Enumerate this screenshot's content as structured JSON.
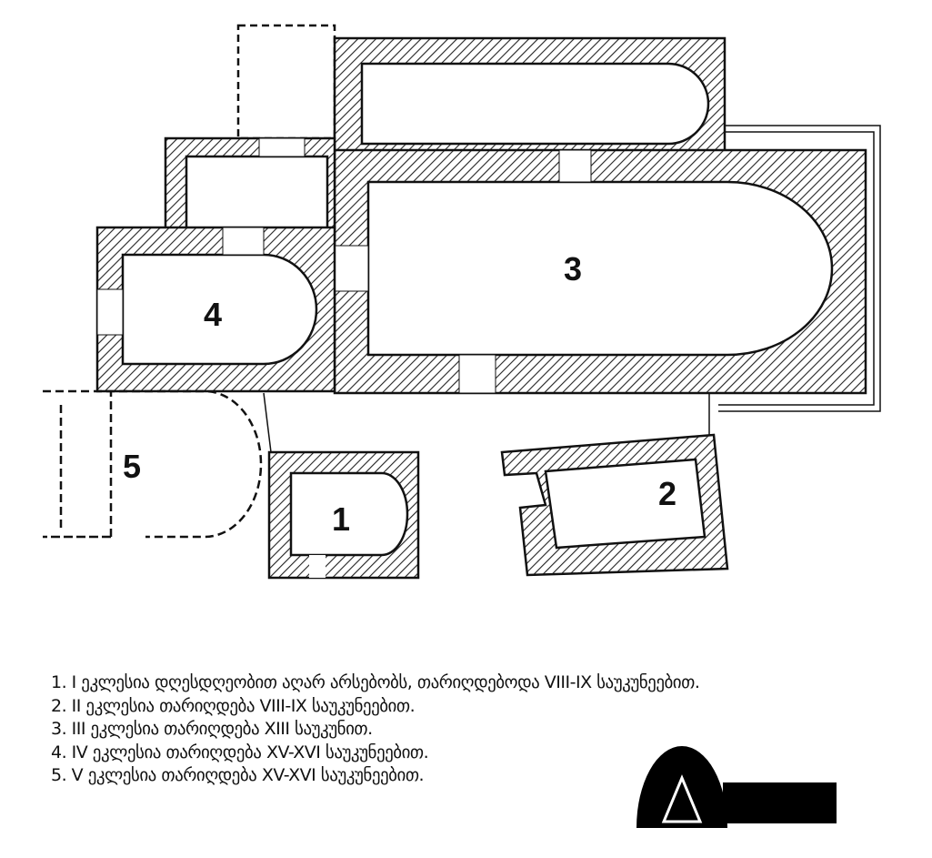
{
  "plan": {
    "labels": [
      "1",
      "2",
      "3",
      "4",
      "5"
    ]
  },
  "legend": [
    "1. I ეკლესია დღესდღეობით აღარ არსებობს, თარიღდებოდა VIII-IX საუკუნეებით.",
    "2. II ეკლესია თარიღდება VIII-IX საუკუნეებით.",
    "3. III ეკლესია თარიღდება XIII საუკუნით.",
    "4. IV ეკლესია თარიღდება XV-XVI საუკუნეებით.",
    "5. V ეკლესია თარიღდება XV-XVI საუკუნეებით."
  ],
  "colors": {
    "ink": "#1a1a1a",
    "paper": "#ffffff"
  }
}
